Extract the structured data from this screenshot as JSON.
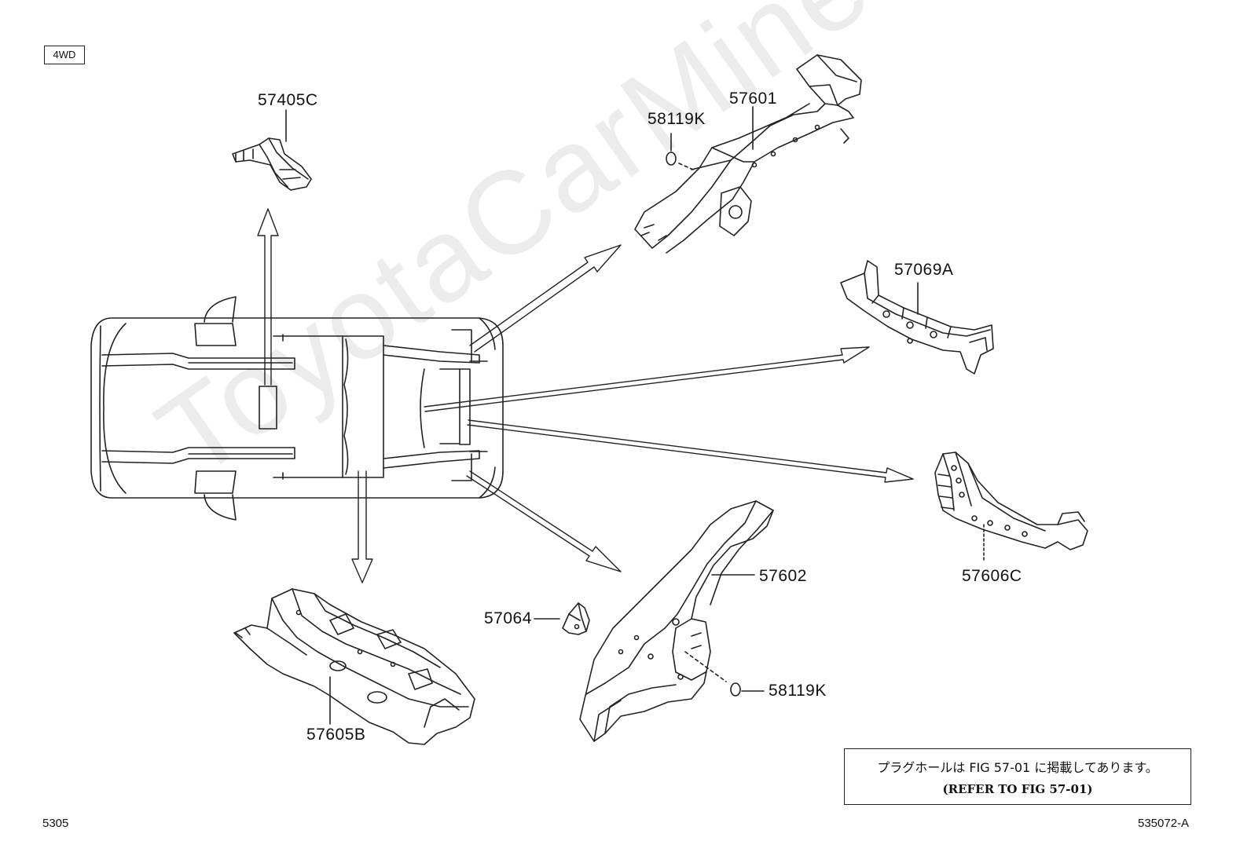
{
  "variant_label": "4WD",
  "watermark": "ToyotaCarMine.ru",
  "parts": {
    "p57405C": "57405C",
    "p57601": "57601",
    "p58119K_top": "58119K",
    "p57069A": "57069A",
    "p57606C": "57606C",
    "p57602": "57602",
    "p57064": "57064",
    "p58119K_bottom": "58119K",
    "p57605B": "57605B"
  },
  "note": {
    "line1": "プラグホールは FIG 57-01 に掲載してあります。",
    "line2": "(REFER TO FIG 57-01)"
  },
  "footer": {
    "page_code": "5305",
    "figure_id": "535072-A"
  }
}
